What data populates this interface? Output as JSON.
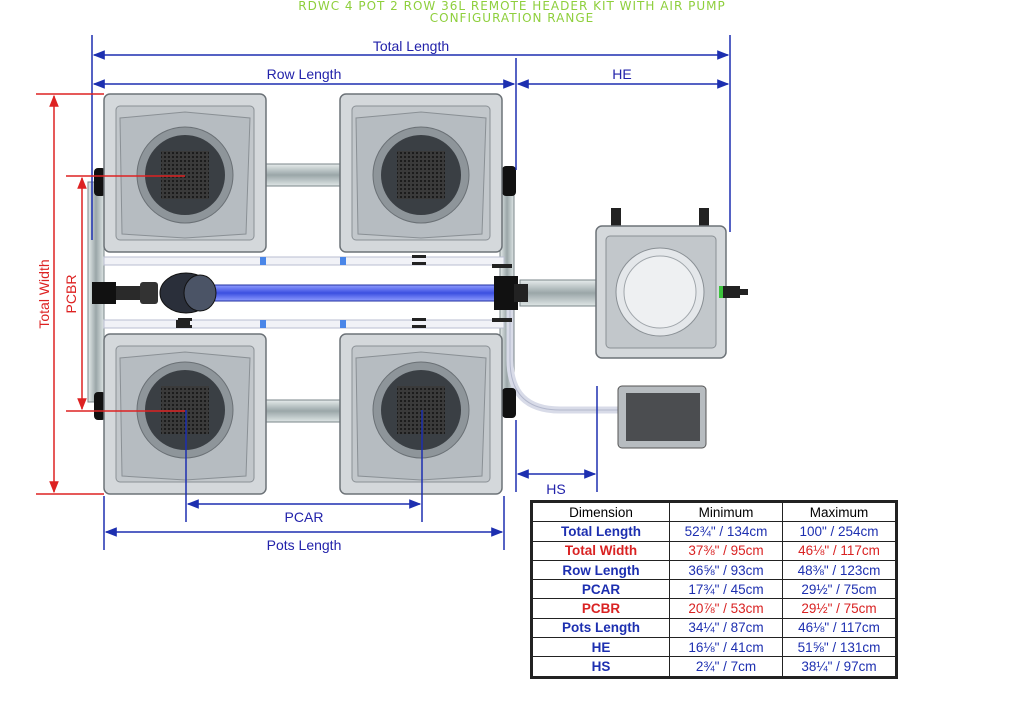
{
  "title_line1": "RDWC 4 POT 2 ROW 36L REMOTE HEADER KIT WITH AIR PUMP",
  "title_line2": "CONFIGURATION RANGE",
  "dimension_labels": {
    "total_length": "Total Length",
    "row_length": "Row Length",
    "he": "HE",
    "total_width": "Total Width",
    "pcbr": "PCBR",
    "hs": "HS",
    "pcar": "PCAR",
    "pots_length": "Pots Length"
  },
  "colors": {
    "title": "#8ecf3c",
    "dim_blue": "#1d2fb0",
    "dim_red": "#dd2222",
    "pipe_blue": "#3b4fe0"
  },
  "table": {
    "headers": [
      "Dimension",
      "Minimum",
      "Maximum"
    ],
    "rows": [
      {
        "name": "Total Length",
        "min": "52¾\" / 134cm",
        "max": "100\" / 254cm",
        "color": "blue"
      },
      {
        "name": "Total Width",
        "min": "37⅜\" / 95cm",
        "max": "46⅛\" / 117cm",
        "color": "red"
      },
      {
        "name": "Row Length",
        "min": "36⅝\" / 93cm",
        "max": "48⅜\" / 123cm",
        "color": "blue"
      },
      {
        "name": "PCAR",
        "min": "17¾\" / 45cm",
        "max": "29½\" / 75cm",
        "color": "blue"
      },
      {
        "name": "PCBR",
        "min": "20⅞\" / 53cm",
        "max": "29½\" / 75cm",
        "color": "red"
      },
      {
        "name": "Pots Length",
        "min": "34¼\" / 87cm",
        "max": "46⅛\" / 117cm",
        "color": "blue"
      },
      {
        "name": "HE",
        "min": "16⅛\" / 41cm",
        "max": "51⅝\" / 131cm",
        "color": "blue"
      },
      {
        "name": "HS",
        "min": "2¾\" / 7cm",
        "max": "38¼\" / 97cm",
        "color": "blue"
      }
    ]
  }
}
